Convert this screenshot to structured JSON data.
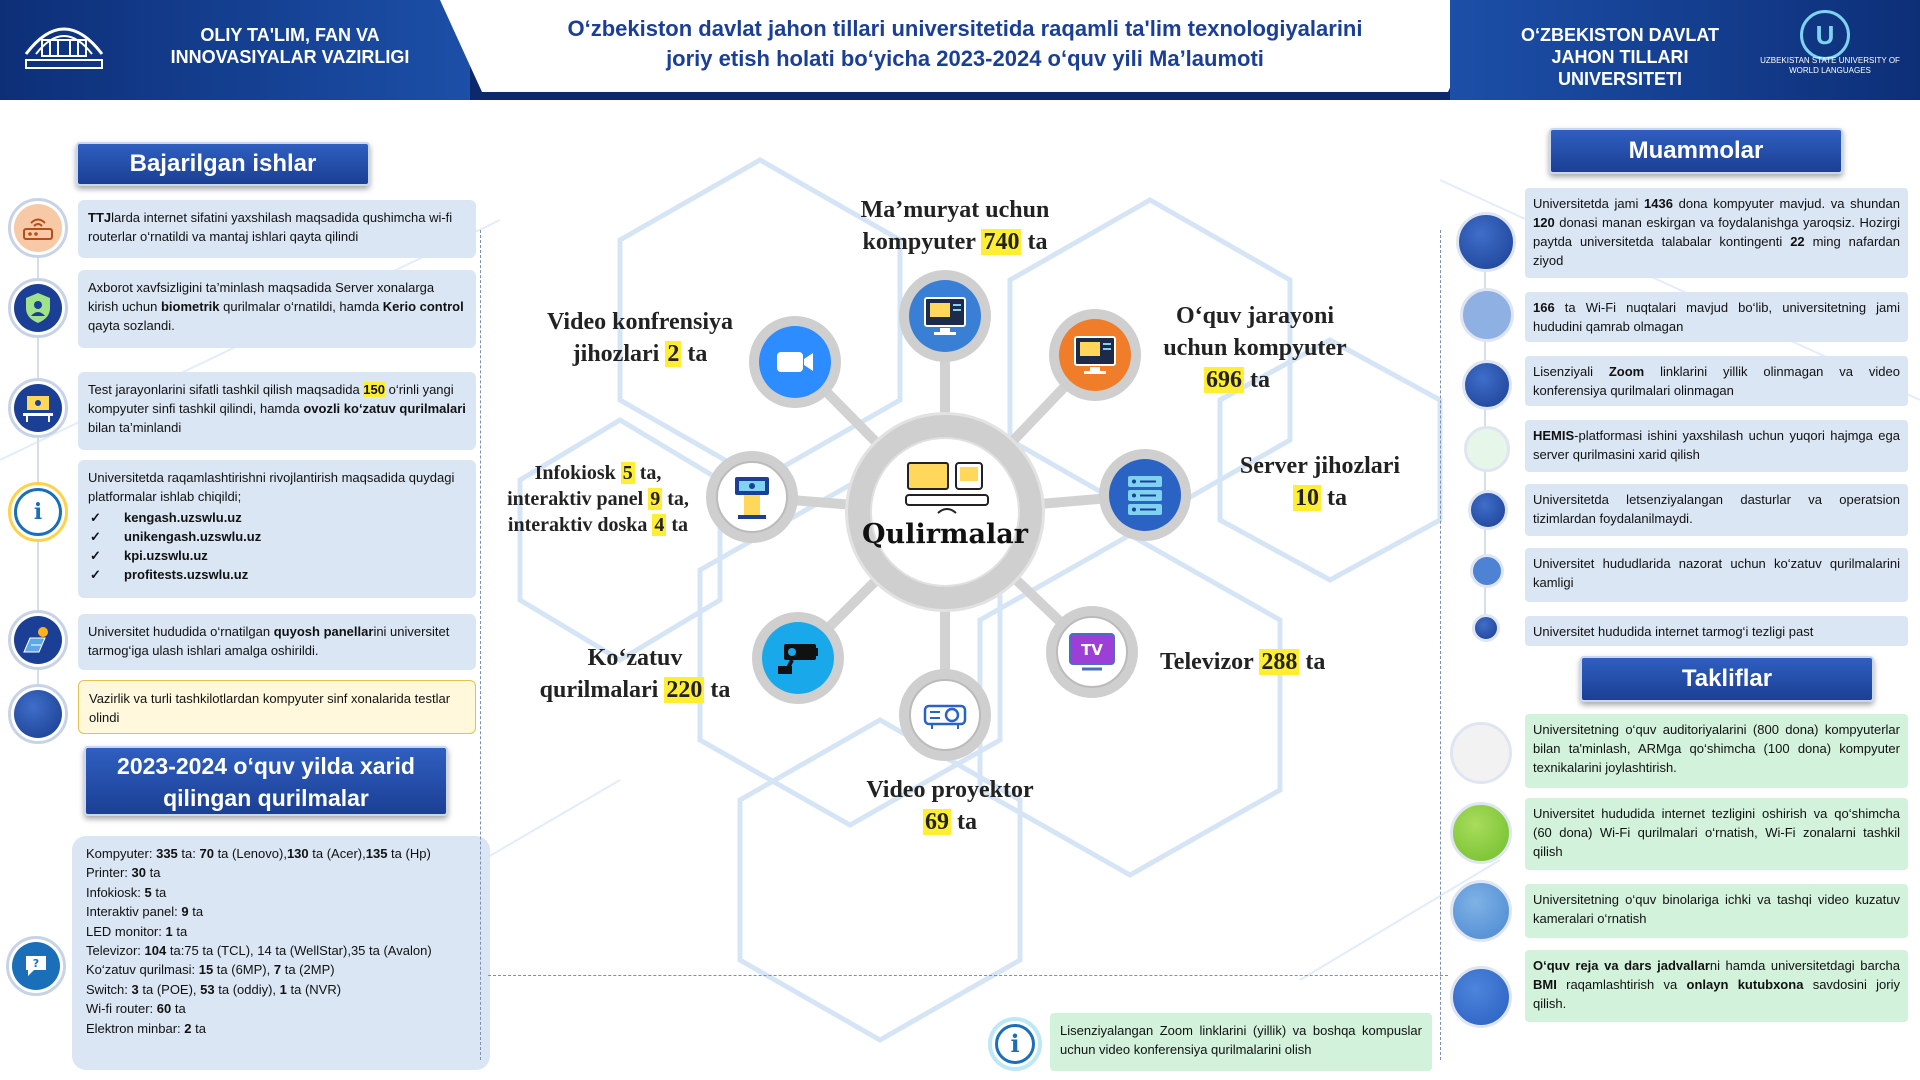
{
  "header": {
    "left_title": "OLIY TA'LIM, FAN VA INNOVASIYALAR VAZIRLIGI",
    "center_title_line1": "O‘zbekiston davlat jahon tillari universitetida raqamli ta'lim texnologiyalarini",
    "center_title_line2": "joriy etish holati bo‘yicha 2023-2024 o‘quv yili Ma’laumoti",
    "right_title": "O‘ZBEKISTON DAVLAT JAHON TILLARI UNIVERSITETI",
    "right_logo_sub": "UZBEKISTAN STATE UNIVERSITY OF WORLD LANGUAGES"
  },
  "left": {
    "title": "Bajarilgan ishlar",
    "items": [
      {
        "icon": "router-icon",
        "a": "TTJ",
        "b": "larda internet sifatini yaxshilash maqsadida qushimcha wi-fi routerlar o‘rnatildi va mantaj ishlari qayta qilindi"
      },
      {
        "icon": "security-shield-icon",
        "a": "Axborot xavfsizligini ta’minlash maqsadida  Server xonalarga kirish uchun ",
        "b": "biometrik",
        "c": " qurilmalar o‘rnatildi, hamda ",
        "d": "Kerio control",
        "e": " qayta sozlandi."
      },
      {
        "icon": "computer-class-icon",
        "a": "Test jarayonlarini sifatli tashkil qilish maqsadida ",
        "b": "150",
        "c": " o‘rinli yangi kompyuter sinfi tashkil qilindi, hamda ",
        "d": "ovozli ko‘zatuv qurilmalari",
        "e": " bilan ta’minlandi"
      },
      {
        "icon": "info-icon",
        "a": "Universitetda raqamlashtirishni rivojlantirish maqsadida quydagi platformalar ishlab chiqildi;",
        "list": [
          "kengash.uzswlu.uz",
          "unikengash.uzswlu.uz",
          "kpi.uzswlu.uz",
          "profitests.uzswlu.uz"
        ]
      },
      {
        "icon": "solar-panel-icon",
        "a": "Universitet hududida o‘rnatilgan ",
        "b": "quyosh panellar",
        "c": "ini universitet tarmog‘iga ulash ishlari amalga oshirildi."
      },
      {
        "icon": "circle-icon",
        "a": "Vazirlik va turli tashkilotlardan kompyuter sinf xonalarida testlar olindi"
      }
    ],
    "purchase_title_line1": "2023-2024 o‘quv yilda xarid",
    "purchase_title_line2": "qilingan qurilmalar",
    "purchases": [
      {
        "label": "Kompyuter: ",
        "v1": "335",
        "t1": " ta: ",
        "v2": "70",
        "t2": " ta (Lenovo),",
        "v3": "130",
        "t3": " ta (Acer),",
        "v4": "135",
        "t4": " ta (Hp)"
      },
      {
        "label": "Printer: ",
        "v1": "30",
        "t1": " ta"
      },
      {
        "label": "Infokiosk: ",
        "v1": "5",
        "t1": " ta"
      },
      {
        "label": "Interaktiv panel: ",
        "v1": "9",
        "t1": " ta"
      },
      {
        "label": "LED monitor: ",
        "v1": "1",
        "t1": " ta"
      },
      {
        "label": "Televizor: ",
        "v1": "104",
        "t1": " ta:75 ta (TCL), 14 ta (WellStar),35 ta (Avalon)"
      },
      {
        "label": "Ko‘zatuv qurilmasi: ",
        "v1": "15",
        "t1": " ta (6MP), ",
        "v2": "7",
        "t2": " ta (2MP)"
      },
      {
        "label": "Switch: ",
        "v1": "3",
        "t1": " ta (POE), ",
        "v2": "53",
        "t2": " ta (oddiy), ",
        "v3": "1",
        "t3": " ta (NVR)"
      },
      {
        "label": "Wi-fi router: ",
        "v1": "60",
        "t1": " ta"
      },
      {
        "label": "Elektron minbar: ",
        "v1": "2",
        "t1": " ta"
      }
    ]
  },
  "center": {
    "hub_label": "Qulirmalar",
    "nodes": {
      "admin": {
        "l1": "Ma’muryat uchun",
        "l2": "kompyuter ",
        "v": "740",
        "t": " ta"
      },
      "edu": {
        "l1": "O‘quv jarayoni",
        "l2": "uchun  kompyuter",
        "v": "696",
        "t": " ta"
      },
      "server": {
        "l1": "Server jihozlari",
        "v": "10",
        "t": " ta"
      },
      "tv": {
        "l1": "Televizor  ",
        "v": "288",
        "t": " ta"
      },
      "projector": {
        "l1": "Video proyektor",
        "v": "69",
        "t": " ta"
      },
      "camera": {
        "l1": "Ko‘zatuv",
        "l2": "qurilmalari ",
        "v": "220",
        "t": " ta"
      },
      "kiosk": {
        "a": "Infokiosk ",
        "v1": "5",
        "b": " ta,",
        "c": "interaktiv panel ",
        "v2": "9",
        "d": " ta,",
        "e": "interaktiv doska ",
        "v3": "4",
        "f": " ta"
      },
      "video": {
        "l1": "Video konfrensiya",
        "l2": "jihozlari ",
        "v": "2",
        "t": " ta"
      }
    },
    "note": "Lisenziyalangan Zoom linklarini (yillik) va boshqa kompuslar uchun video konferensiya qurilmalarini olish"
  },
  "right": {
    "problems_title": "Muammolar",
    "problems": [
      {
        "a": "Universitetda jami ",
        "b": "1436",
        "c": " dona kompyuter mavjud. va shundan ",
        "d": "120",
        "e": " donasi manan eskirgan va foydalanishga yaroqsiz. Hozirgi paytda universitetda talabalar kontingenti ",
        "f": "22",
        "g": " ming nafardan ziyod"
      },
      {
        "a": "",
        "b": "166",
        "c": " ta Wi-Fi nuqtalari mavjud bo‘lib, universitetning jami hududini qamrab olmagan"
      },
      {
        "a": "Lisenziyali ",
        "b": "Zoom",
        "c": " linklarini yillik olinmagan va video konferensiya qurilmalari olinmagan"
      },
      {
        "a": "",
        "b": "HEMIS",
        "c": "-platformasi ishini yaxshilash uchun  yuqori hajmga ega server qurilmasini xarid qilish"
      },
      {
        "a": "Universitetda letsenziyalangan dasturlar va operatsion tizimlardan foydalanilmaydi."
      },
      {
        "a": "Universitet hududlarida nazorat uchun ko‘zatuv qurilmalarini kamligi"
      },
      {
        "a": "Universitet hududida internet tarmog‘i tezligi past"
      }
    ],
    "proposals_title": "Takliflar",
    "proposals": [
      {
        "a": "Universitetning o‘quv auditoriyalarini (800 dona) kompyuterlar bilan ta'minlash, ARMga qo‘shimcha (100 dona) kompyuter texnikalarini joylashtirish."
      },
      {
        "a": "Universitet hududida internet tezligini oshirish va qo‘shimcha (60 dona) Wi-Fi qurilmalari o‘rnatish, Wi-Fi zonalarni tashkil qilish"
      },
      {
        "a": "Universitetning o‘quv binolariga ichki  va tashqi  video kuzatuv kameralari o‘rnatish"
      },
      {
        "a": "",
        "b": "O‘quv reja va dars jadvallar",
        "c": "ni hamda universitetdagi barcha ",
        "d": "BMI",
        "e": " raqamlashtirish va ",
        "f": "onlayn kutubxona",
        "g": " savdosini joriy qilish."
      }
    ]
  }
}
